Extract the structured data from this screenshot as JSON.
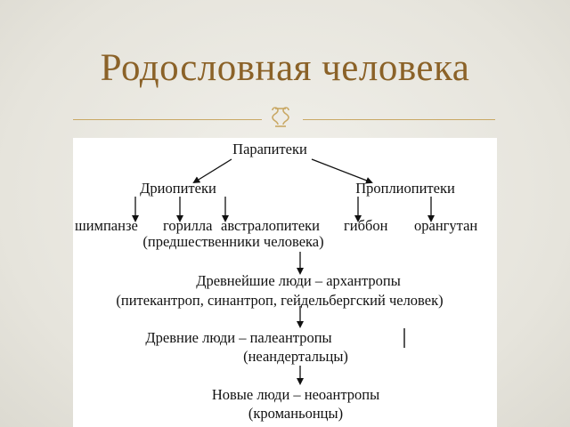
{
  "slide": {
    "title": "Родословная человека",
    "accent_color": "#8b6228",
    "rule_color": "#c9a864",
    "ornament_icon": "scroll-ornament-icon"
  },
  "diagram": {
    "root": "Парапитеки",
    "branch_left": "Дриопитеки",
    "branch_right": "Проплиопитеки",
    "species": {
      "chimpanzee": "шимпанзе",
      "gorilla": "горилла",
      "australopithecus": "австралопитеки",
      "gibbon": "гиббон",
      "orangutan": "орангутан"
    },
    "ancestors_note": "(предшественники человека)",
    "stage1": "Древнейшие люди – архантропы",
    "stage1_note": "(питекантроп, синантроп, гейдельбергский человек)",
    "stage2": "Древние люди – палеантропы",
    "stage2_note": "(неандертальцы)",
    "stage3": "Новые люди – неоантропы",
    "stage3_note": "(кроманьонцы)"
  }
}
